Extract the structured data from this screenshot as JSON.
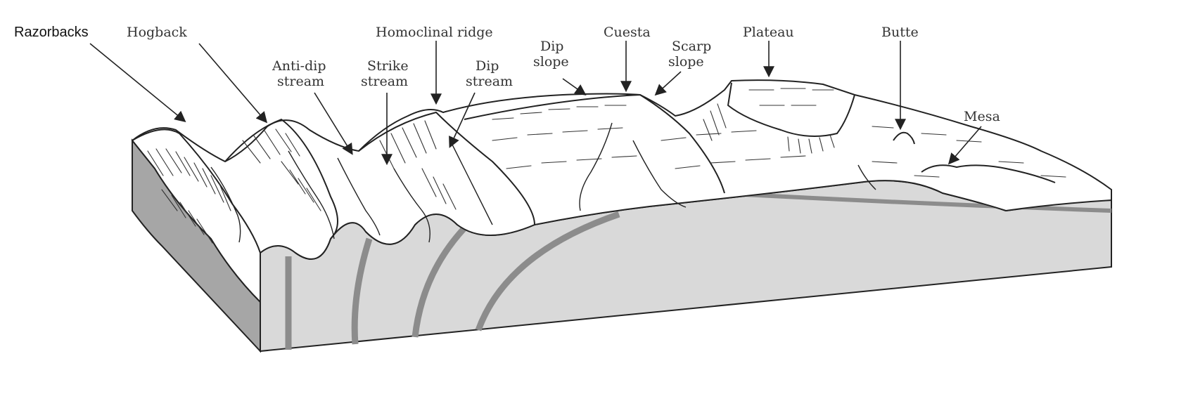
{
  "labels": {
    "razorbacks": "Razorbacks",
    "hogback": "Hogback",
    "homoclinal_ridge": "Homoclinal ridge",
    "cuesta": "Cuesta",
    "plateau": "Plateau",
    "butte": "Butte",
    "anti_dip_stream_1": "Anti-dip",
    "anti_dip_stream_2": "stream",
    "strike_stream_1": "Strike",
    "strike_stream_2": "stream",
    "dip_stream_1": "Dip",
    "dip_stream_2": "stream",
    "dip_slope_1": "Dip",
    "dip_slope_2": "slope",
    "scarp_slope_1": "Scarp",
    "scarp_slope_2": "slope",
    "mesa": "Mesa"
  },
  "colors": {
    "block_front": "#d9d9d9",
    "block_side": "#a6a6a6",
    "strata": "#8c8c8c",
    "surface": "#ffffff",
    "ink": "#222222"
  }
}
